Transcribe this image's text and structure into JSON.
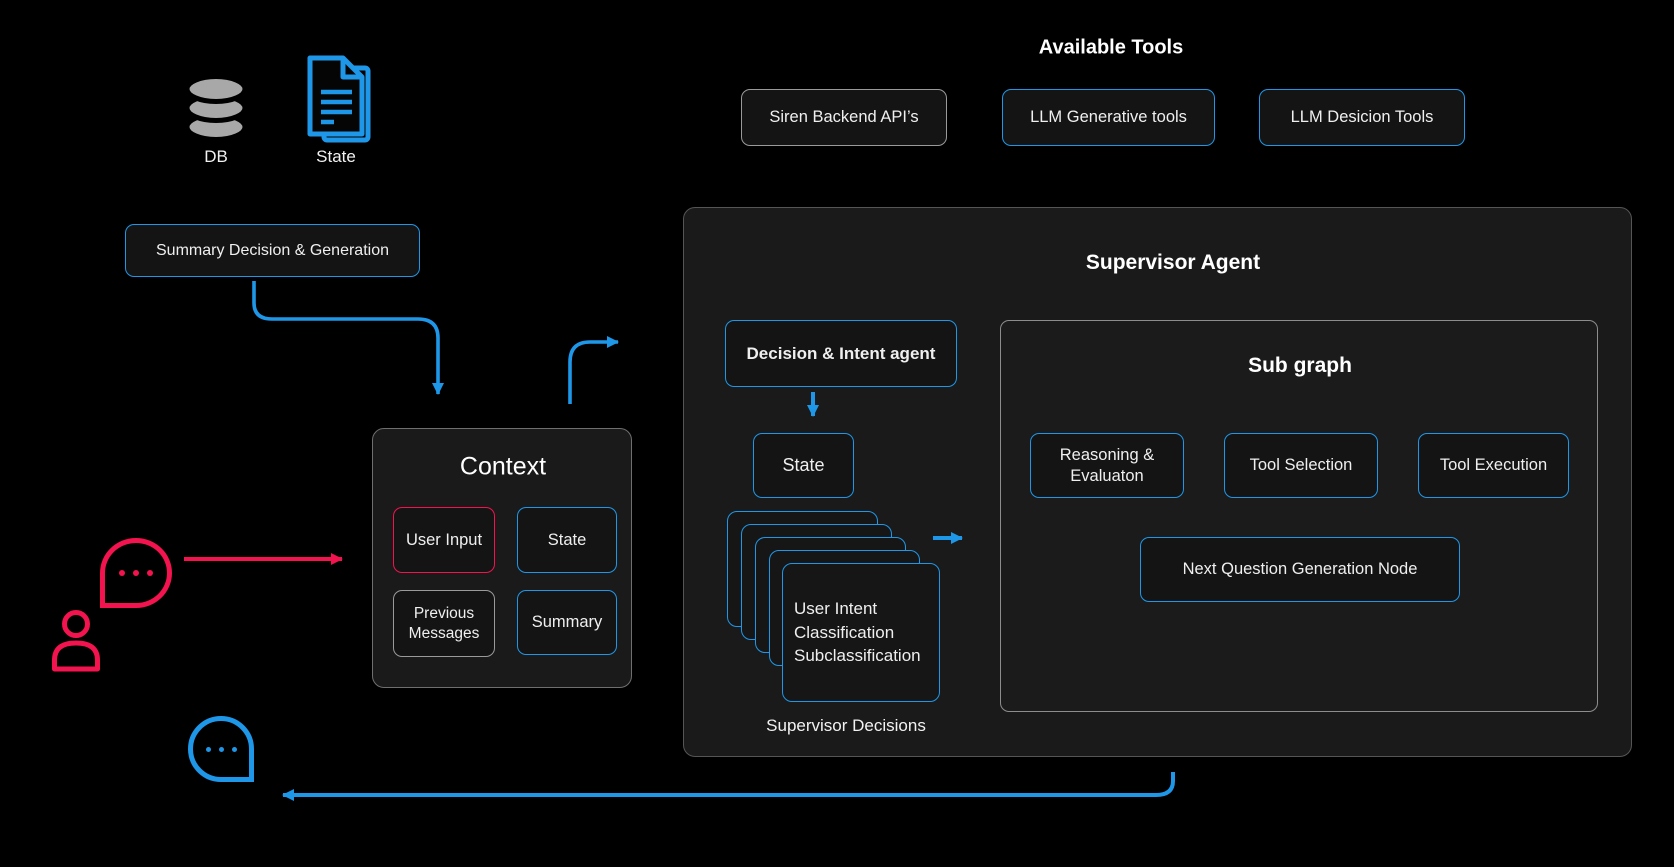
{
  "colors": {
    "blue": "#1f97e8",
    "red": "#f2134f",
    "gray": "#9a9a9a"
  },
  "top_left": {
    "db_label": "DB",
    "state_label": "State"
  },
  "available_tools": {
    "title": "Available Tools",
    "items": [
      {
        "label": "Siren Backend API’s",
        "style": "gray"
      },
      {
        "label": "LLM Generative tools",
        "style": "blue"
      },
      {
        "label": "LLM Desicion Tools",
        "style": "blue"
      }
    ]
  },
  "summary_box": {
    "label": "Summary Decision & Generation"
  },
  "context": {
    "title": "Context",
    "items": [
      {
        "label": "User Input",
        "style": "red"
      },
      {
        "label": "State",
        "style": "blue"
      },
      {
        "label": "Previous Messages",
        "style": "gray"
      },
      {
        "label": "Summary",
        "style": "blue"
      }
    ]
  },
  "supervisor": {
    "title": "Supervisor Agent",
    "decision_agent_label": "Decision & Intent agent",
    "state_label": "State",
    "stack_card": {
      "lines": [
        "User Intent",
        "Classification",
        "Subclassification"
      ]
    },
    "stack_label": "Supervisor Decisions",
    "subgraph": {
      "title": "Sub graph",
      "nodes": [
        "Reasoning & Evaluaton",
        "Tool Selection",
        "Tool Execution"
      ],
      "bottom_node": "Next Question Generation Node"
    }
  }
}
